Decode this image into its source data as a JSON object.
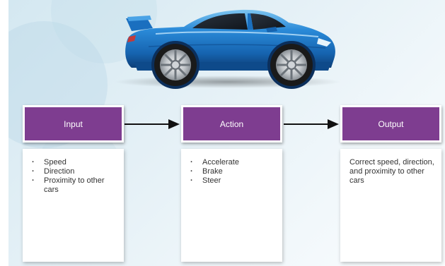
{
  "stages": [
    {
      "label": "Input",
      "details": [
        "Speed",
        "Direction",
        "Proximity to other cars"
      ]
    },
    {
      "label": "Action",
      "details": [
        "Accelerate",
        "Brake",
        "Steer"
      ]
    },
    {
      "label": "Output",
      "text": "Correct speed, direction, and proximity to other cars"
    }
  ],
  "colors": {
    "stage_fill": "#7e3d90",
    "car_body": "#1e78c8",
    "arrow": "#111111"
  },
  "icons": {
    "illustration": "sports-car-icon",
    "connector": "arrow-right-icon"
  }
}
